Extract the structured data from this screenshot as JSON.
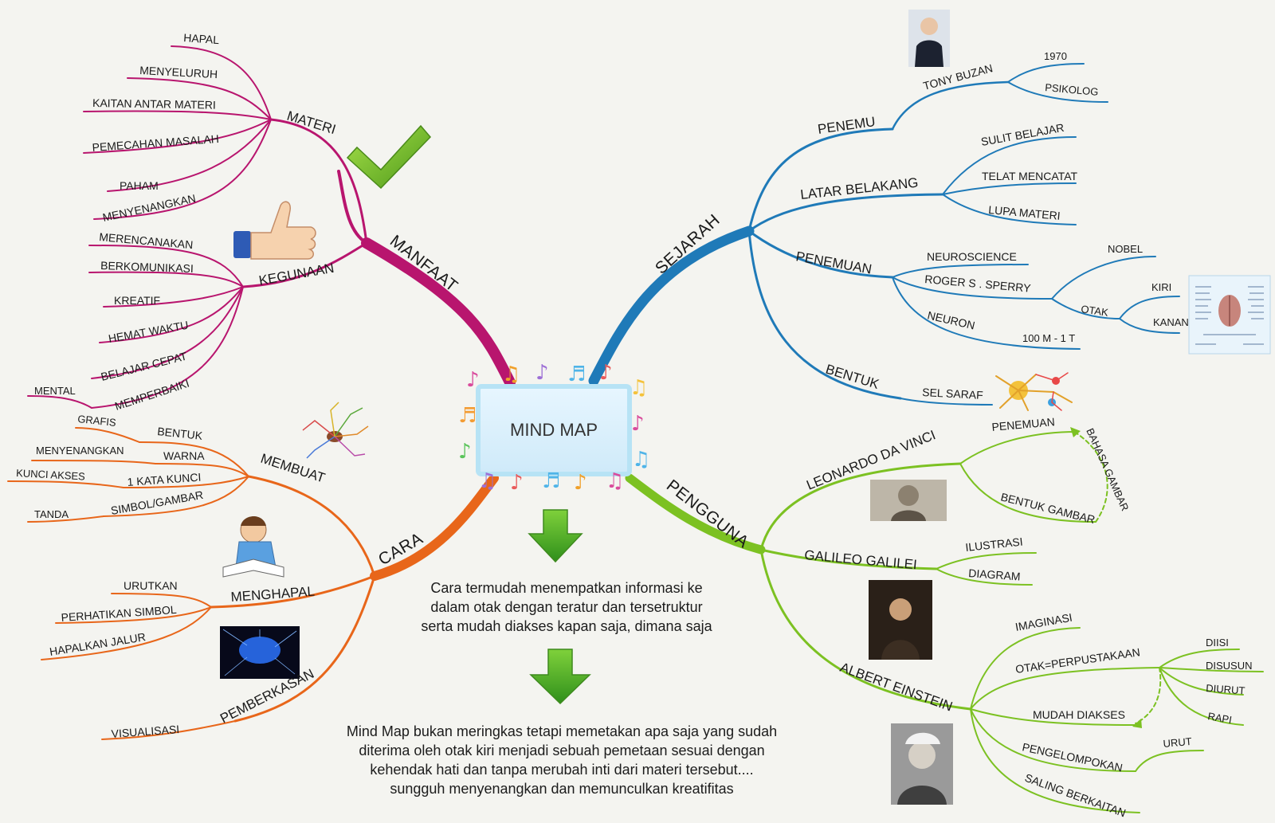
{
  "center": {
    "title": "MIND MAP"
  },
  "descriptions": {
    "first": [
      "Cara termudah menempatkan informasi ke",
      "dalam otak dengan teratur dan tersetruktur",
      "serta mudah diakses kapan saja, dimana saja"
    ],
    "second": [
      "Mind Map bukan meringkas tetapi memetakan apa saja yang sudah",
      "diterima oleh otak kiri menjadi sebuah pemetaan sesuai dengan",
      "kehendak hati dan tanpa merubah inti dari materi tersebut....",
      "sungguh menyenangkan dan memunculkan kreatifitas"
    ]
  },
  "branches": {
    "manfaat": {
      "label": "MANFAAT",
      "color": "#b8156e",
      "materi": {
        "label": "MATERI",
        "items": [
          "HAPAL",
          "MENYELURUH",
          "KAITAN ANTAR MATERI",
          "PEMECAHAN MASALAH",
          "PAHAM",
          "MENYENANGKAN"
        ]
      },
      "kegunaan": {
        "label": "KEGUNAAN",
        "items": [
          "MERENCANAKAN",
          "BERKOMUNIKASI",
          "KREATIF",
          "HEMAT WAKTU",
          "BELAJAR CEPAT",
          "MEMPERBAIKI"
        ],
        "sub_mental": "MENTAL"
      }
    },
    "sejarah": {
      "label": "SEJARAH",
      "color": "#1f7ab8",
      "penemu": {
        "label": "PENEMU",
        "tony": "TONY BUZAN",
        "items": [
          "1970",
          "PSIKOLOG"
        ]
      },
      "latar": {
        "label": "LATAR BELAKANG",
        "items": [
          "SULIT BELAJAR",
          "TELAT MENCATAT",
          "LUPA MATERI"
        ]
      },
      "penemuan": {
        "label": "PENEMUAN",
        "neuroscience": "NEUROSCIENCE",
        "roger": "ROGER S . SPERRY",
        "nobel": "NOBEL",
        "otak": "OTAK",
        "kiri": "KIRI",
        "kanan": "KANAN",
        "neuron": "NEURON",
        "neuron_count": "100 M - 1 T"
      },
      "bentuk": {
        "label": "BENTUK",
        "item": "SEL SARAF"
      }
    },
    "cara": {
      "label": "CARA",
      "color": "#e8661a",
      "membuat": {
        "label": "MEMBUAT",
        "bentuk": "BENTUK",
        "grafis": "GRAFIS",
        "warna": "WARNA",
        "menyenangkan": "MENYENANGKAN",
        "kata": "1 KATA KUNCI",
        "kunci_akses": "KUNCI AKSES",
        "simbol": "SIMBOL/GAMBAR",
        "tanda": "TANDA"
      },
      "menghapal": {
        "label": "MENGHAPAL",
        "items": [
          "URUTKAN",
          "PERHATIKAN SIMBOL",
          "HAPALKAN JALUR"
        ]
      },
      "pemberkasan": {
        "label": "PEMBERKASAN",
        "item": "VISUALISASI"
      }
    },
    "pengguna": {
      "label": "PENGGUNA",
      "color": "#7cc122",
      "davinci": {
        "label": "LEONARDO DA VINCI",
        "items": [
          "PENEMUAN",
          "BENTUK GAMBAR"
        ],
        "arrow_label": "BAHASA GAMBAR"
      },
      "galileo": {
        "label": "GALILEO GALILEI",
        "items": [
          "ILUSTRASI",
          "DIAGRAM"
        ]
      },
      "einstein": {
        "label": "ALBERT EINSTEIN",
        "imaginasi": "IMAGINASI",
        "otak": "OTAK=PERPUSTAKAAN",
        "otak_items": [
          "DIISI",
          "DISUSUN",
          "DIURUT",
          "RAPI"
        ],
        "mudah": "MUDAH DIAKSES",
        "kelompok": "PENGELOMPOKAN",
        "urut": "URUT",
        "saling": "SALING BERKAITAN"
      }
    }
  },
  "icons": [
    "checkmark-icon",
    "thumbs-up-icon",
    "brain-chart-icon",
    "neuron-icon",
    "down-arrow-icon",
    "portrait-icon",
    "brain-network-icon",
    "student-icon",
    "mini-mindmap-icon",
    "music-note-icon"
  ]
}
